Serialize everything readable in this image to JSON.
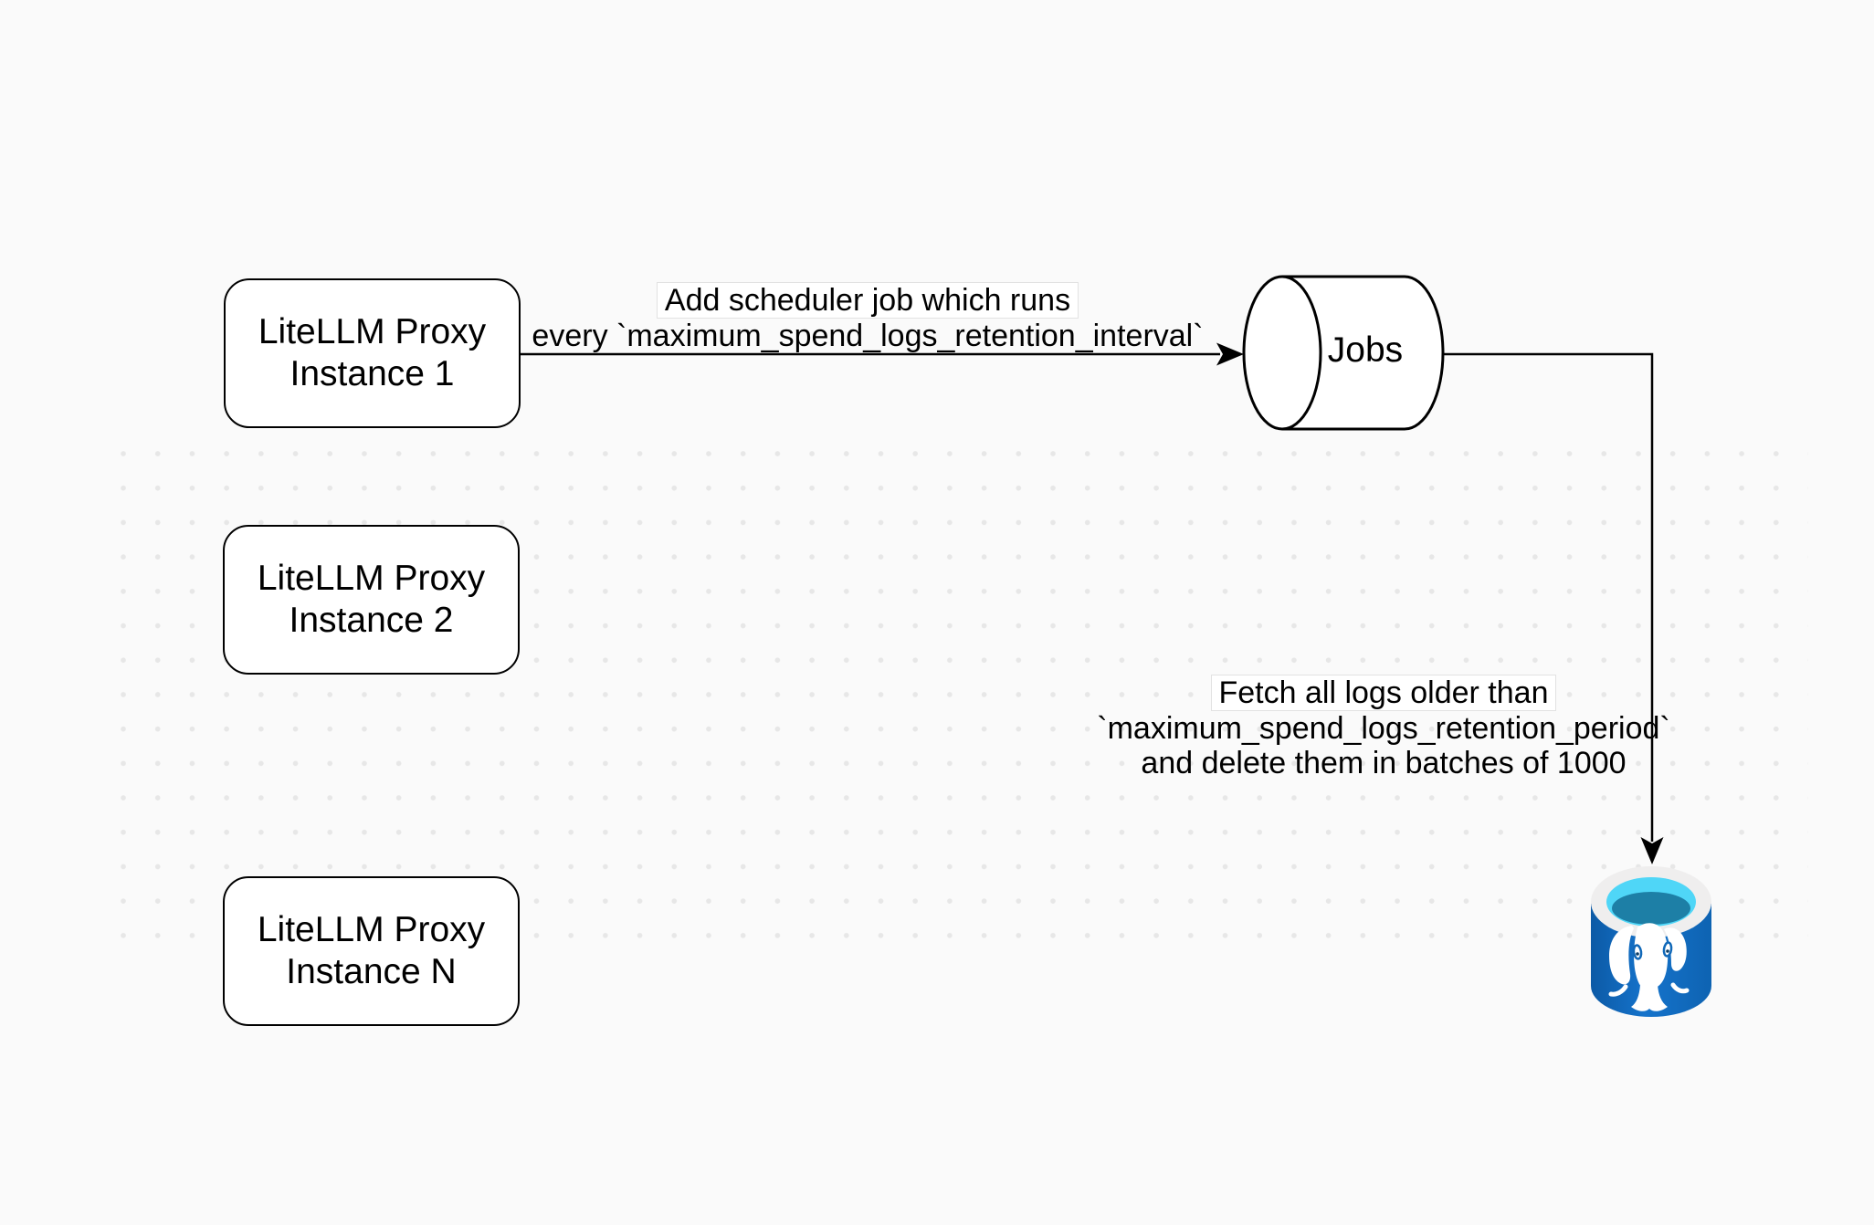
{
  "diagram": {
    "background_color": "#fafafa",
    "dot_color": "#e7e7e7",
    "nodes": {
      "proxies": [
        {
          "line1": "LiteLLM Proxy",
          "line2": "Instance 1"
        },
        {
          "line1": "LiteLLM Proxy",
          "line2": "Instance 2"
        },
        {
          "line1": "LiteLLM Proxy",
          "line2": "Instance N"
        }
      ],
      "jobs": {
        "label": "Jobs",
        "shape": "horizontal-cylinder"
      },
      "database": {
        "icon": "postgresql-database-icon",
        "body_color": "#1068b8",
        "opening_color": "#4fd6f7",
        "opening_shadow_color": "#1d7fa6",
        "rim_color": "#efeeee",
        "logo_color": "#ffffff"
      }
    },
    "edges": {
      "scheduler": {
        "line1": "Add scheduler job which runs",
        "line2": "every `maximum_spend_logs_retention_interval`"
      },
      "fetch": {
        "line1": "Fetch all logs older than",
        "line2": "`maximum_spend_logs_retention_period`",
        "line3": "and delete them in batches of 1000"
      }
    }
  }
}
